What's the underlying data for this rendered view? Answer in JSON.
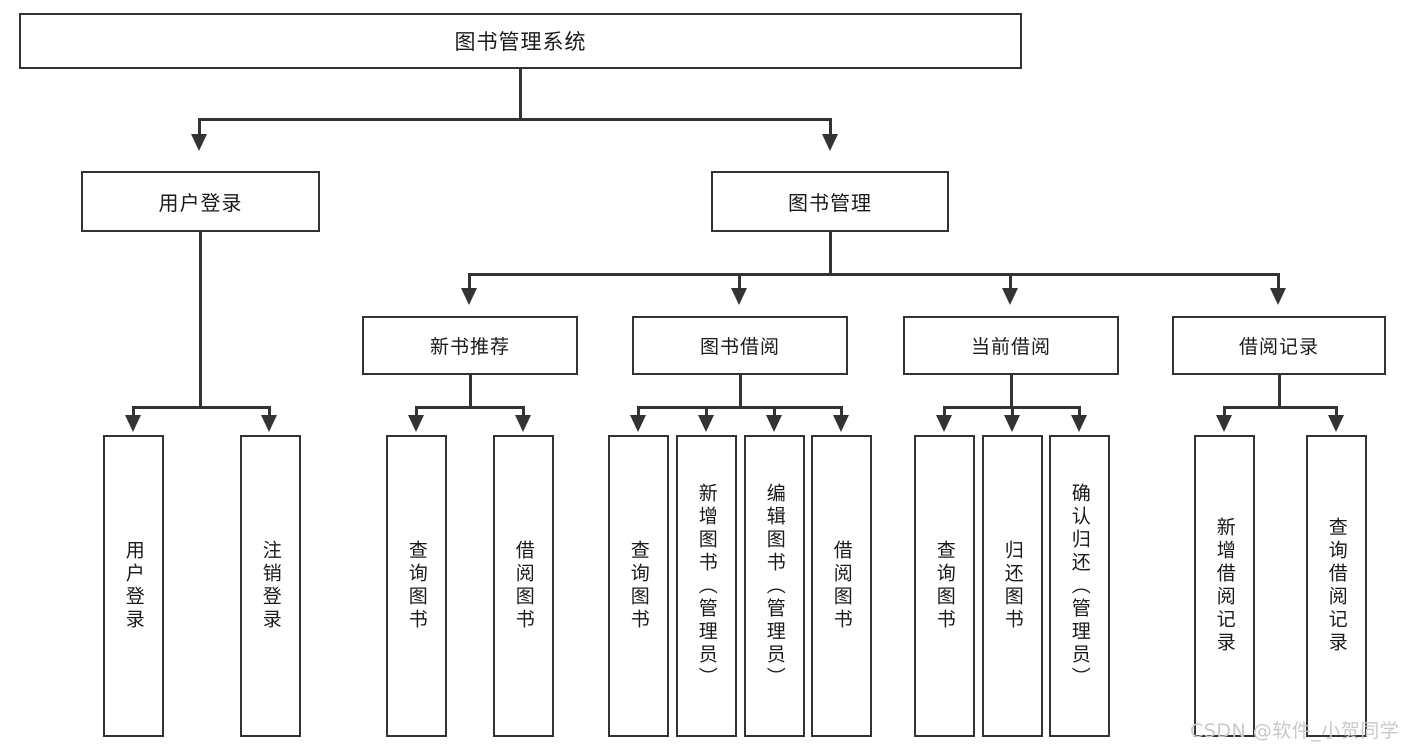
{
  "diagram": {
    "type": "tree",
    "title": "图书管理系统",
    "watermark": "CSDN @软件_小贺同学",
    "colors": {
      "box_border": "#333333",
      "box_fill": "#ffffff",
      "connector": "#333333",
      "text": "#1a1a1a",
      "watermark": "#c9c9c9",
      "background": "#ffffff"
    }
  },
  "nodes": {
    "root": {
      "label": "图书管理系统"
    },
    "level2": [
      {
        "label": "用户登录"
      },
      {
        "label": "图书管理"
      }
    ],
    "level3": [
      {
        "label": "新书推荐"
      },
      {
        "label": "图书借阅"
      },
      {
        "label": "当前借阅"
      },
      {
        "label": "借阅记录"
      }
    ],
    "leaves": {
      "user_login": [
        {
          "label": "用户登录"
        },
        {
          "label": "注销登录"
        }
      ],
      "new_book_recommend": [
        {
          "label": "查询图书"
        },
        {
          "label": "借阅图书"
        }
      ],
      "book_borrow": [
        {
          "label": "查询图书"
        },
        {
          "label": "新增图书（管理员）"
        },
        {
          "label": "编辑图书（管理员）"
        },
        {
          "label": "借阅图书"
        }
      ],
      "current_borrow": [
        {
          "label": "查询图书"
        },
        {
          "label": "归还图书"
        },
        {
          "label": "确认归还（管理员）"
        }
      ],
      "borrow_record": [
        {
          "label": "新增借阅记录"
        },
        {
          "label": "查询借阅记录"
        }
      ]
    }
  }
}
